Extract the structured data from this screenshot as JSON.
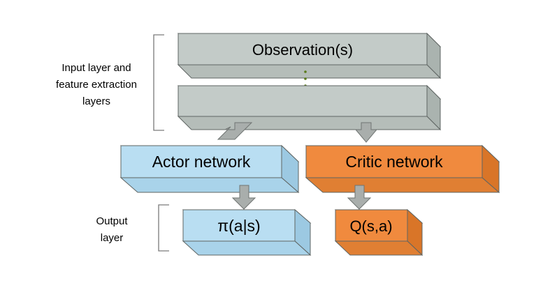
{
  "side_labels": {
    "input_line1": "Input layer and",
    "input_line2": "feature extraction",
    "input_line3": "layers",
    "output_line1": "Output",
    "output_line2": "layer"
  },
  "blocks": {
    "observation": "Observation(s)",
    "feature": "",
    "actor": "Actor network",
    "critic": "Critic network",
    "policy": "π(a|s)",
    "qvalue": "Q(s,a)"
  },
  "colors": {
    "gray_front": "#c3cbc8",
    "gray_top": "#d8ddda",
    "gray_side": "#aab3af",
    "blue_front": "#b9def2",
    "blue_top": "#d5ecf8",
    "blue_side": "#9cc9e2",
    "orange_front": "#f08a3e",
    "orange_top": "#f5a66a",
    "orange_side": "#d97528",
    "arrow": "#a9aeac",
    "dots": "#5a7a1a"
  }
}
